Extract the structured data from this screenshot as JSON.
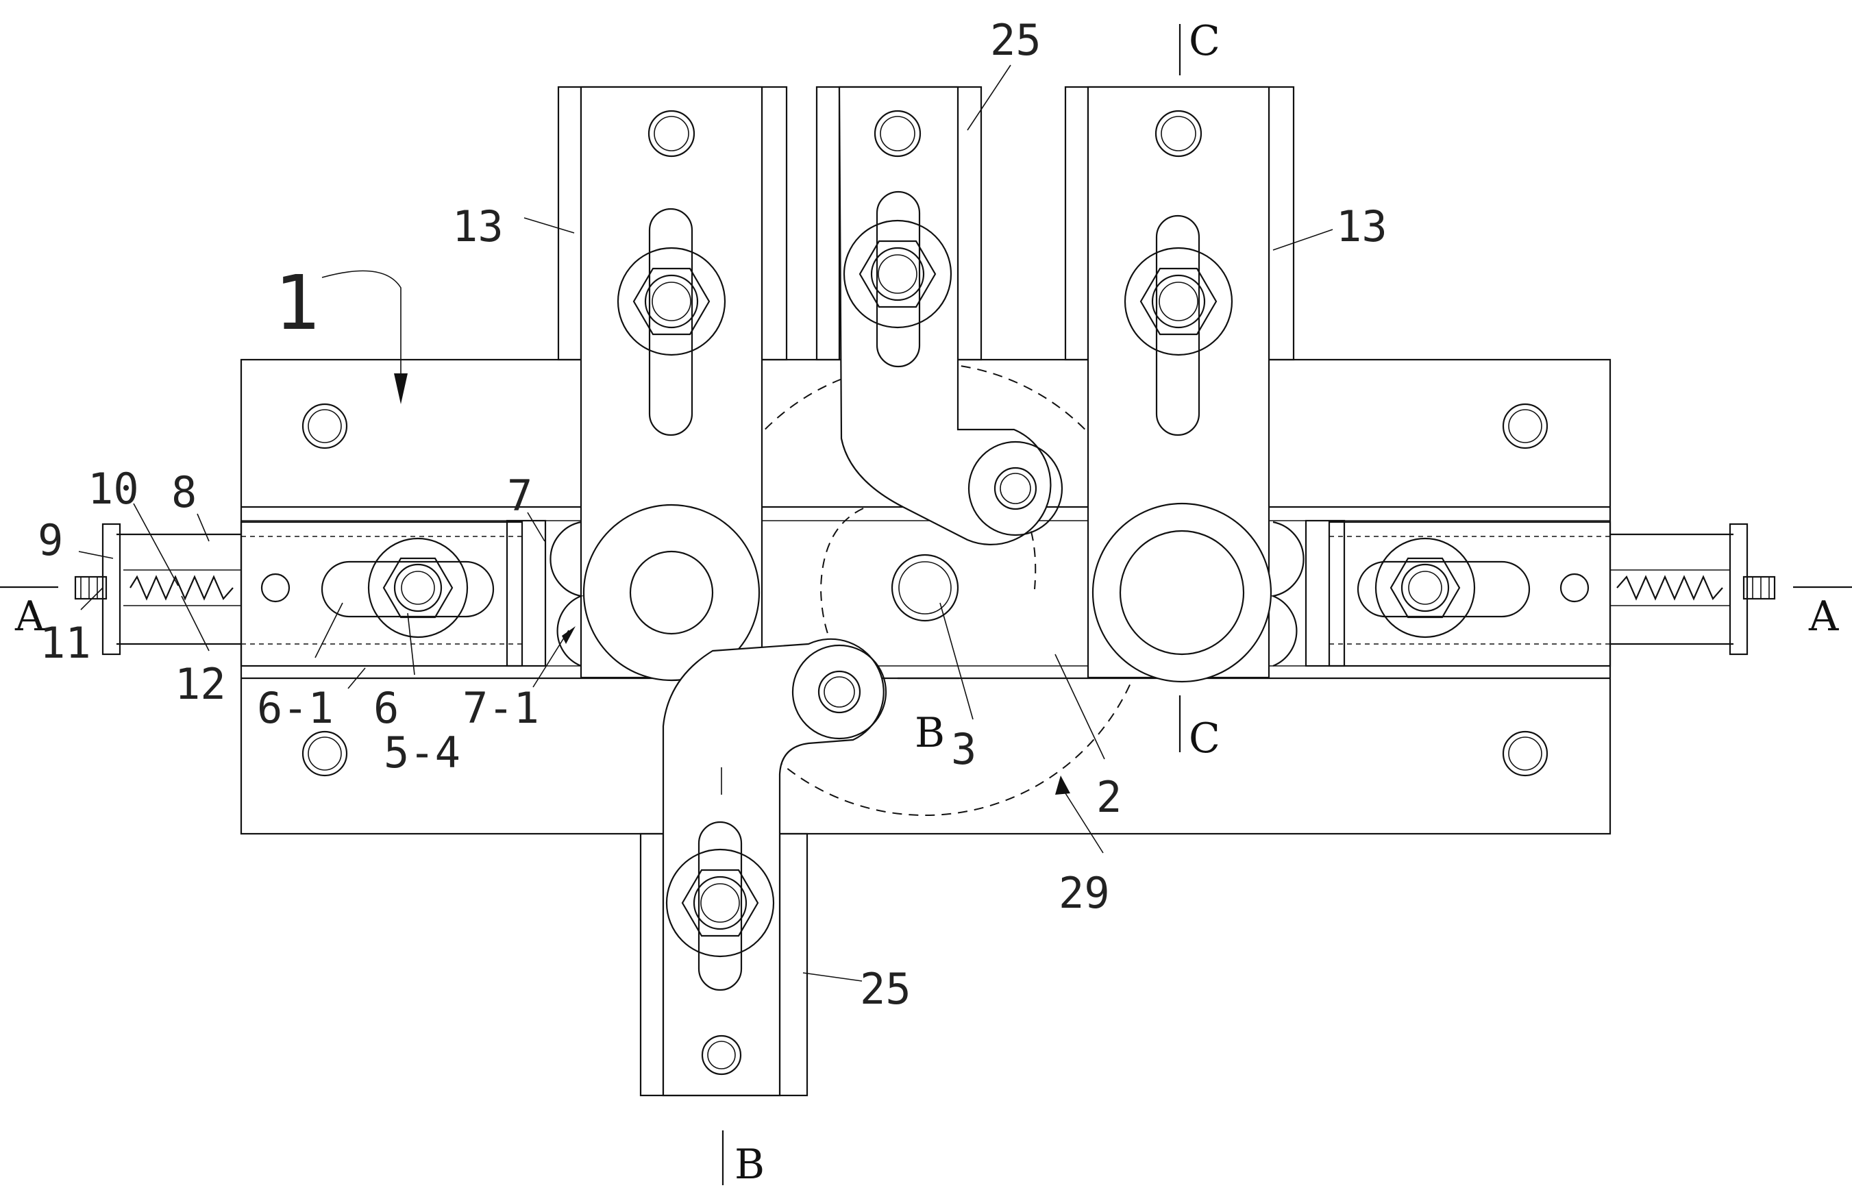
{
  "labels": {
    "l1": "1",
    "l13a": "13",
    "l13b": "13",
    "l25a": "25",
    "l25b": "25",
    "l7": "7",
    "l8": "8",
    "l9": "9",
    "l10": "10",
    "l11": "11",
    "l12": "12",
    "l6_1": "6-1",
    "l6": "6",
    "l5_4": "5-4",
    "l7_1": "7-1",
    "l3": "3",
    "l2": "2",
    "l29": "29"
  },
  "sections": {
    "a_left": "A",
    "a_right": "A",
    "b_mid": "B",
    "b_bottom": "B",
    "c_top": "C",
    "c_mid": "C"
  }
}
